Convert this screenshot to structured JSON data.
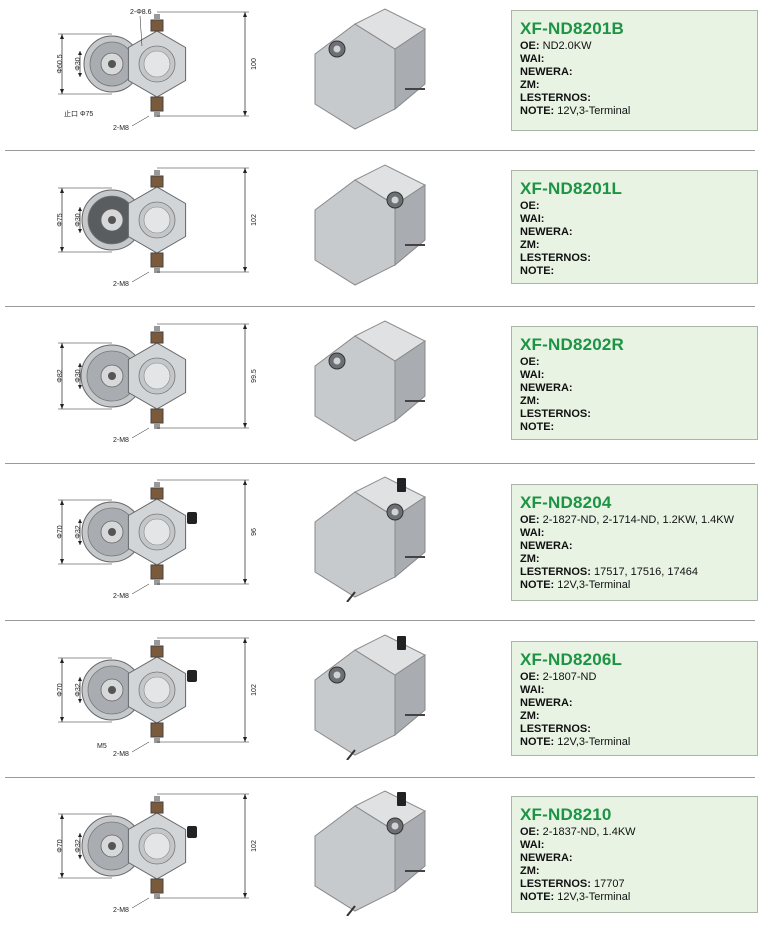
{
  "products": [
    {
      "model": "XF-ND8201B",
      "oe": "ND2.0KW",
      "wai": "",
      "newera": "",
      "zm": "",
      "lesternos": "",
      "note": "12V,3-Terminal",
      "dims": {
        "face": "Φ60.5",
        "inner": "Φ30",
        "height": "100",
        "bolt": "2-M8",
        "hole": "2-Φ8.6",
        "stop": "止口 Φ75"
      }
    },
    {
      "model": "XF-ND8201L",
      "oe": "",
      "wai": "",
      "newera": "",
      "zm": "",
      "lesternos": "",
      "note": "",
      "dims": {
        "face": "Φ75",
        "inner": "Φ30",
        "height": "102",
        "bolt": "2-M8"
      }
    },
    {
      "model": "XF-ND8202R",
      "oe": "",
      "wai": "",
      "newera": "",
      "zm": "",
      "lesternos": "",
      "note": "",
      "dims": {
        "face": "Φ82",
        "inner": "Φ30",
        "height": "99.5",
        "bolt": "2-M8"
      }
    },
    {
      "model": "XF-ND8204",
      "oe": "2-1827-ND, 2-1714-ND, 1.2KW, 1.4KW",
      "wai": "",
      "newera": "",
      "zm": "",
      "lesternos": "17517, 17516, 17464",
      "note": "12V,3-Terminal",
      "dims": {
        "face": "Φ70",
        "inner": "Φ32",
        "height": "96",
        "bolt": "2-M8"
      }
    },
    {
      "model": "XF-ND8206L",
      "oe": "2-1807-ND",
      "wai": "",
      "newera": "",
      "zm": "",
      "lesternos": "",
      "note": "12V,3-Terminal",
      "dims": {
        "face": "Φ70",
        "inner": "Φ32",
        "height": "102",
        "bolt": "2-M8",
        "extra": "M5"
      }
    },
    {
      "model": "XF-ND8210",
      "oe": "2-1837-ND, 1.4KW",
      "wai": "",
      "newera": "",
      "zm": "",
      "lesternos": "17707",
      "note": "12V,3-Terminal",
      "dims": {
        "face": "Φ70",
        "inner": "Φ32",
        "height": "102",
        "bolt": "2-M8"
      }
    }
  ],
  "labels": {
    "oe": "OE:",
    "wai": "WAI:",
    "newera": "NEWERA:",
    "zm": "ZM:",
    "lesternos": "LESTERNOS:",
    "note": "NOTE:"
  },
  "colors": {
    "model": "#1c9444",
    "box": "#e8f3e4",
    "metal": "#b9bcc0"
  }
}
